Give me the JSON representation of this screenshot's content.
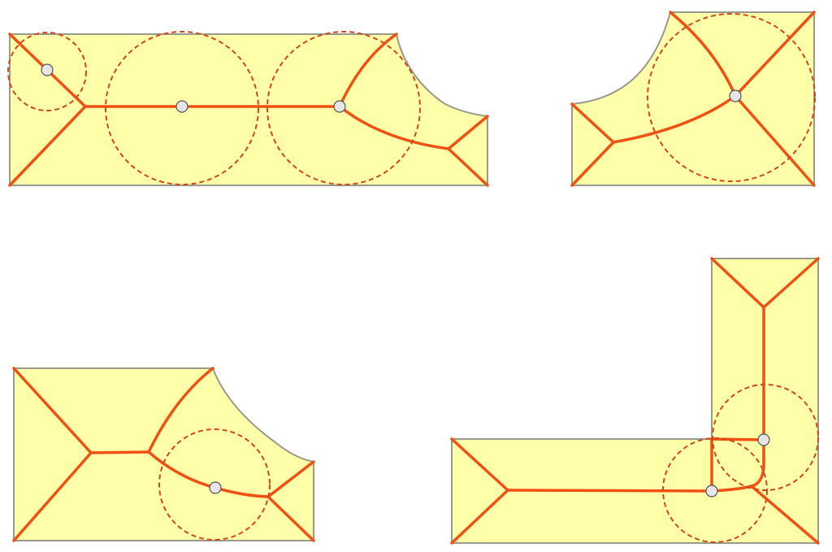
{
  "colors": {
    "region_fill": "#ffffaa",
    "region_stroke": "#9a9a8a",
    "medial_axis": "#f05014",
    "inscribed_circle": "#d2461e",
    "node_fill": "#e6e6e6",
    "node_stroke": "#555555"
  },
  "panels": [
    {
      "id": "top-left",
      "inscribed_circle_count": 3,
      "node_count": 3
    },
    {
      "id": "top-right",
      "inscribed_circle_count": 1,
      "node_count": 1
    },
    {
      "id": "bottom-left",
      "inscribed_circle_count": 1,
      "node_count": 1
    },
    {
      "id": "bottom-right",
      "inscribed_circle_count": 2,
      "node_count": 2
    }
  ]
}
